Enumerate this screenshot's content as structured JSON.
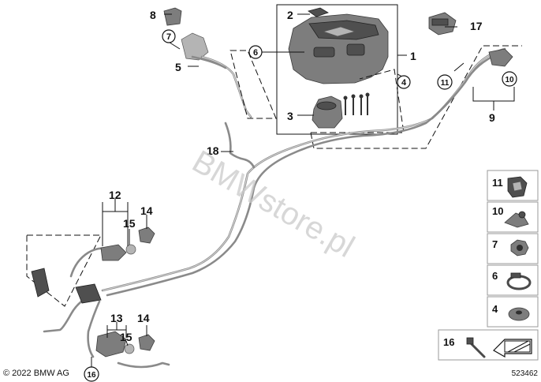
{
  "diagram": {
    "callouts": [
      {
        "id": "1",
        "label": "1",
        "style": "plain"
      },
      {
        "id": "2",
        "label": "2",
        "style": "plain"
      },
      {
        "id": "3",
        "label": "3",
        "style": "plain"
      },
      {
        "id": "4",
        "label": "4",
        "style": "circled"
      },
      {
        "id": "5",
        "label": "5",
        "style": "plain"
      },
      {
        "id": "6",
        "label": "6",
        "style": "circled"
      },
      {
        "id": "7",
        "label": "7",
        "style": "circled"
      },
      {
        "id": "8",
        "label": "8",
        "style": "plain"
      },
      {
        "id": "9",
        "label": "9",
        "style": "plain"
      },
      {
        "id": "10",
        "label": "10",
        "style": "circled"
      },
      {
        "id": "11",
        "label": "11",
        "style": "circled"
      },
      {
        "id": "12",
        "label": "12",
        "style": "plain"
      },
      {
        "id": "13",
        "label": "13",
        "style": "plain"
      },
      {
        "id": "14a",
        "label": "14",
        "style": "plain"
      },
      {
        "id": "14b",
        "label": "14",
        "style": "plain"
      },
      {
        "id": "15a",
        "label": "15",
        "style": "plain"
      },
      {
        "id": "15b",
        "label": "15",
        "style": "plain"
      },
      {
        "id": "16",
        "label": "16",
        "style": "circled"
      },
      {
        "id": "17",
        "label": "17",
        "style": "plain"
      },
      {
        "id": "18",
        "label": "18",
        "style": "plain"
      }
    ],
    "legend": [
      {
        "label": "11",
        "icon": "clip-icon"
      },
      {
        "label": "10",
        "icon": "line-holder-icon"
      },
      {
        "label": "7",
        "icon": "hex-nut-icon"
      },
      {
        "label": "6",
        "icon": "hose-clamp-icon"
      },
      {
        "label": "4",
        "icon": "washer-icon"
      },
      {
        "label": "16",
        "icon": "cable-tie-icon"
      }
    ],
    "watermark": "BMWstore.pl",
    "copyright": "© 2022 BMW AG",
    "diagram_number": "523462"
  }
}
